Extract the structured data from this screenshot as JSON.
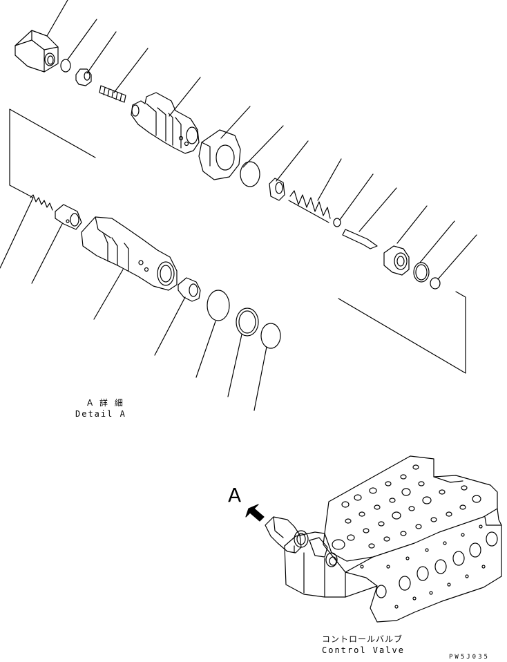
{
  "detail": {
    "label_jp": "A 詳 細",
    "label_en": "Detail A"
  },
  "view": {
    "arrow_label": "A"
  },
  "assembly": {
    "label_jp": "コントロールバルブ",
    "label_en": "Control Valve"
  },
  "drawing_code": "PW5J035",
  "colors": {
    "line": "#000000",
    "paper": "#ffffff"
  }
}
